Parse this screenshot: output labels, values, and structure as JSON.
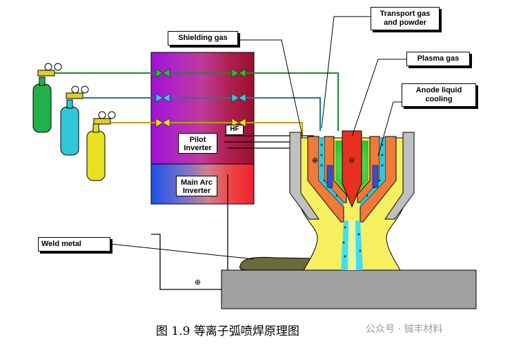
{
  "labels": {
    "shielding_gas": "Shielding gas",
    "transport_gas": "Transport gas and powder",
    "plasma_gas": "Plasma gas",
    "anode_cooling": "Anode liquid cooling",
    "weld_metal": "Weld metal",
    "pilot_inverter": "Pilot Inverter",
    "main_arc_inverter": "Main Arc Inverter",
    "hf": "HF"
  },
  "symbols": {
    "plus": "⊕",
    "minus": "⊖"
  },
  "caption": "图 1.9 等离子弧喷焊原理图",
  "watermark": "公众号 · 铖丰材料",
  "colors": {
    "cylinder_green": "#22b04a",
    "cylinder_cyan": "#30c8d8",
    "cylinder_yellow": "#e8e020",
    "nozzle_orange": "#f07a3a",
    "electrode_red": "#e8301e",
    "plasma_cyan": "#40e0f0",
    "shield_yellow": "#f6f060",
    "workpiece_gray": "#a0a0a0"
  }
}
